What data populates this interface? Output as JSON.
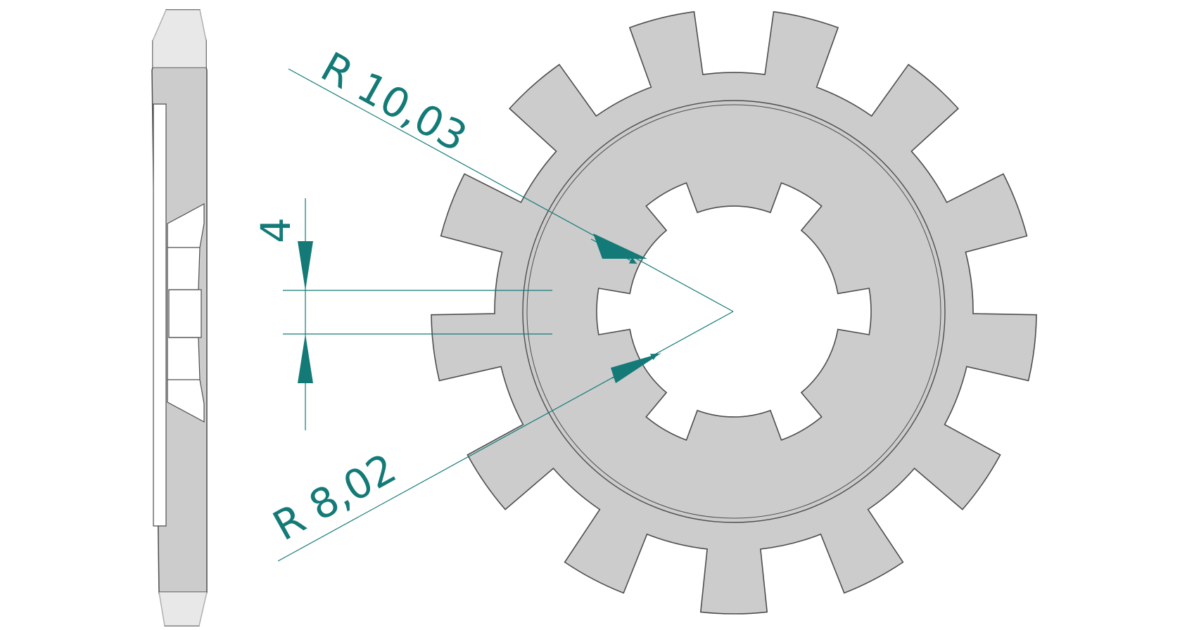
{
  "drawing": {
    "colors": {
      "part_fill": "#cccccc",
      "outline": "#4d4d4d",
      "dimension": "#137a77",
      "background": "#ffffff"
    },
    "sprocket": {
      "teeth_count": 13,
      "spline_count": 6
    },
    "dimensions": {
      "outer_radius_label": "R 10,03",
      "inner_radius_label": "R 8,02",
      "spline_width_label": "4"
    }
  }
}
